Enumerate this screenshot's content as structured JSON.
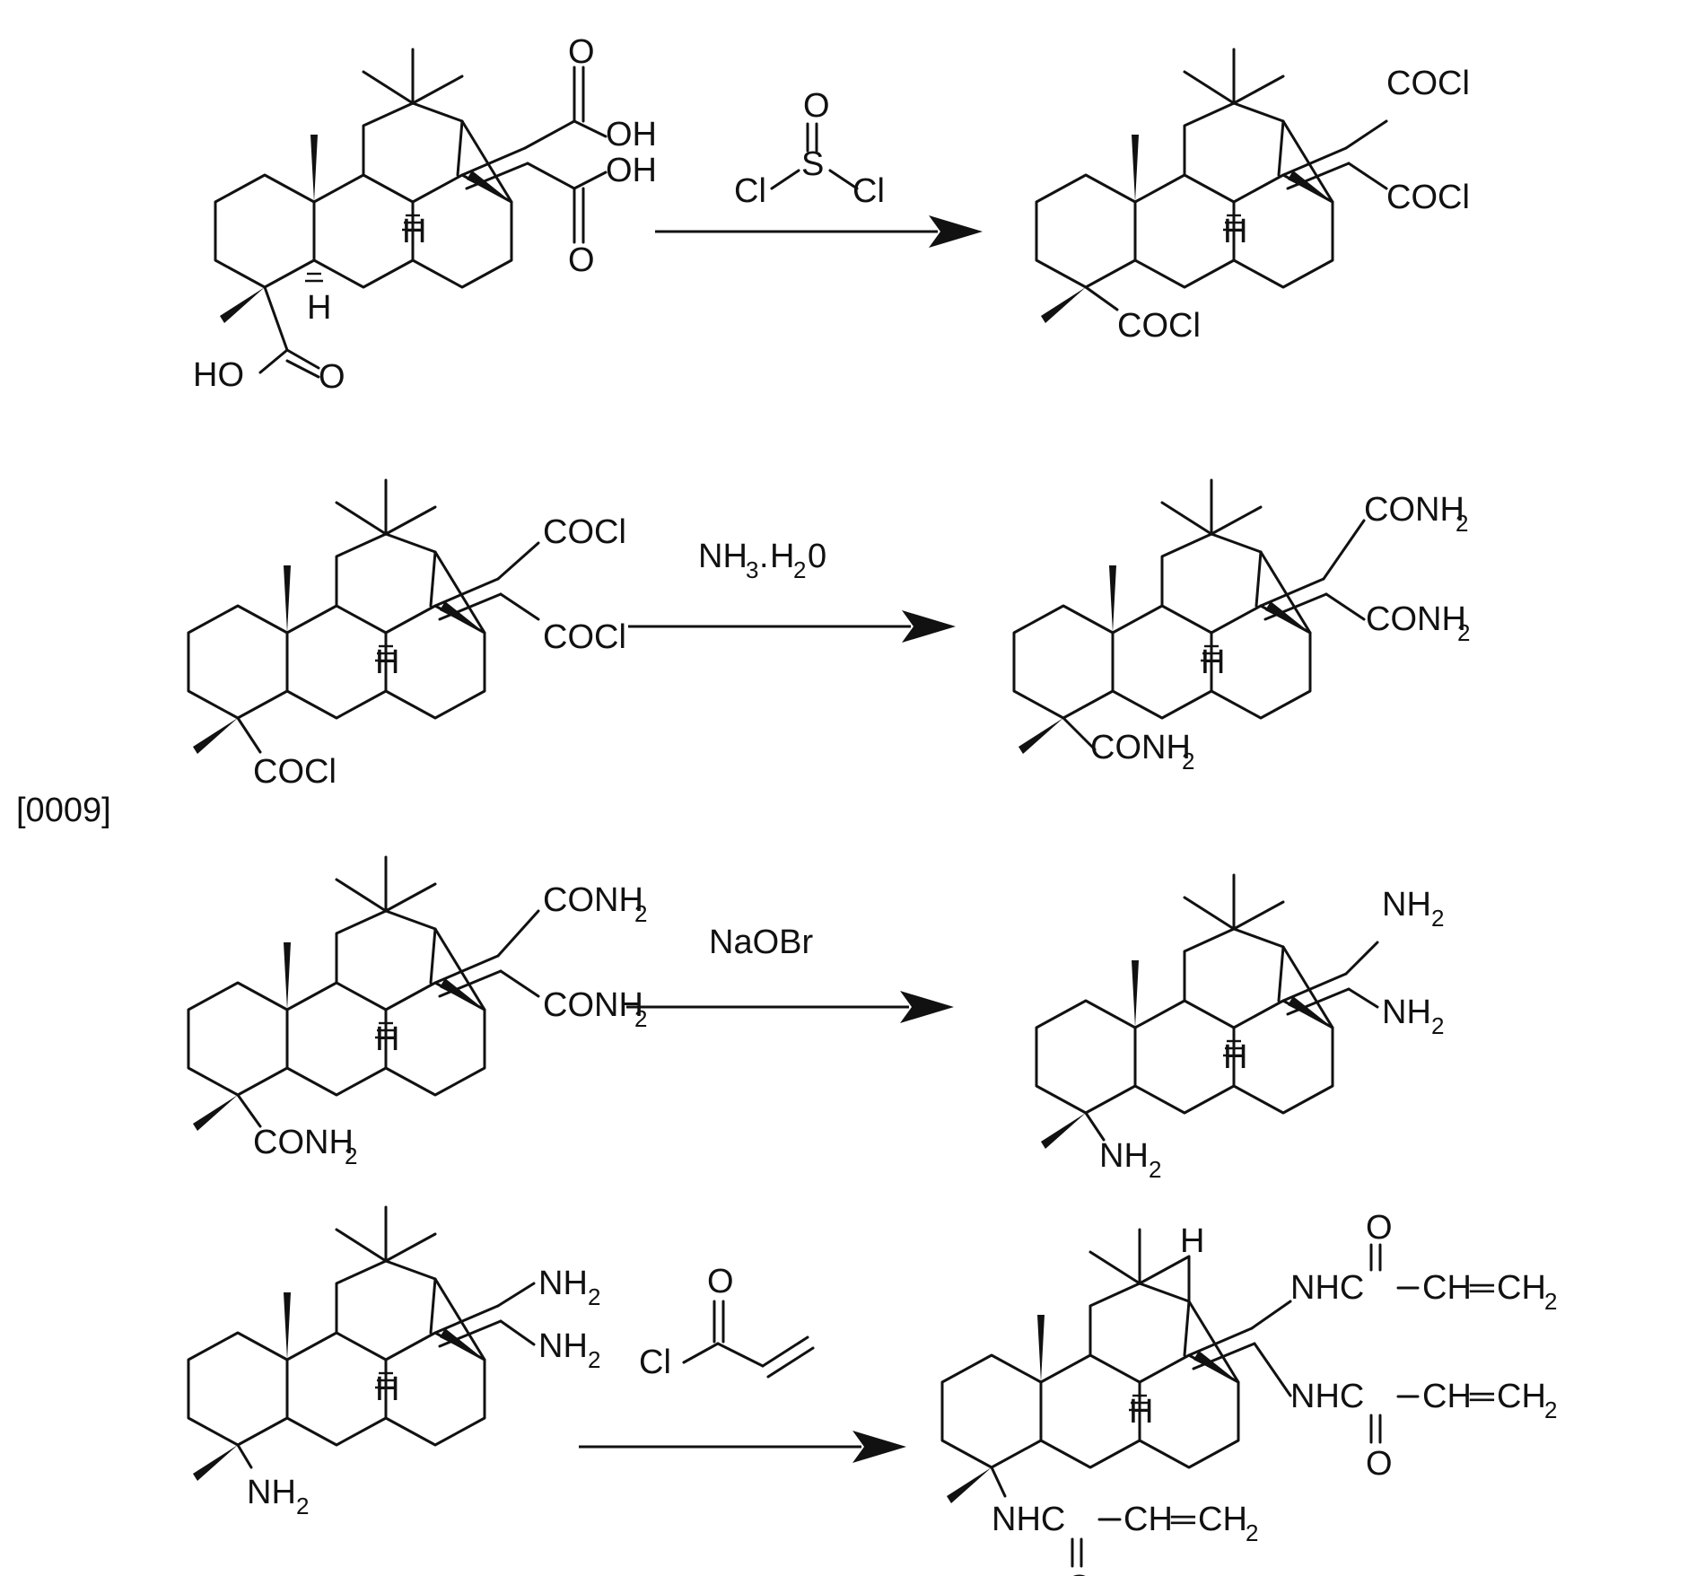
{
  "paragraph_label": "[0009]",
  "reagents": {
    "step1": {
      "o": "O",
      "s": "S",
      "cl_left": "Cl",
      "cl_right": "Cl"
    },
    "step2": {
      "nh": "NH",
      "n3": "3",
      "dot": ".",
      "h": "H",
      "n2": "2",
      "tail": "0"
    },
    "step3": {
      "text": "NaOBr"
    },
    "step4": {
      "o": "O",
      "cl": "Cl"
    }
  },
  "groups": {
    "oh": "OH",
    "ho": "HO",
    "o": "O",
    "h": "H",
    "cocl": "COCl",
    "conh": "CONH",
    "nh": "NH",
    "sub2": "2",
    "nhc": "NHC",
    "ch_ch": "CH",
    "eq": "═",
    "dash": "–",
    "ch2": "CH"
  },
  "colors": {
    "ink": "#111111",
    "background": "#ffffff"
  }
}
